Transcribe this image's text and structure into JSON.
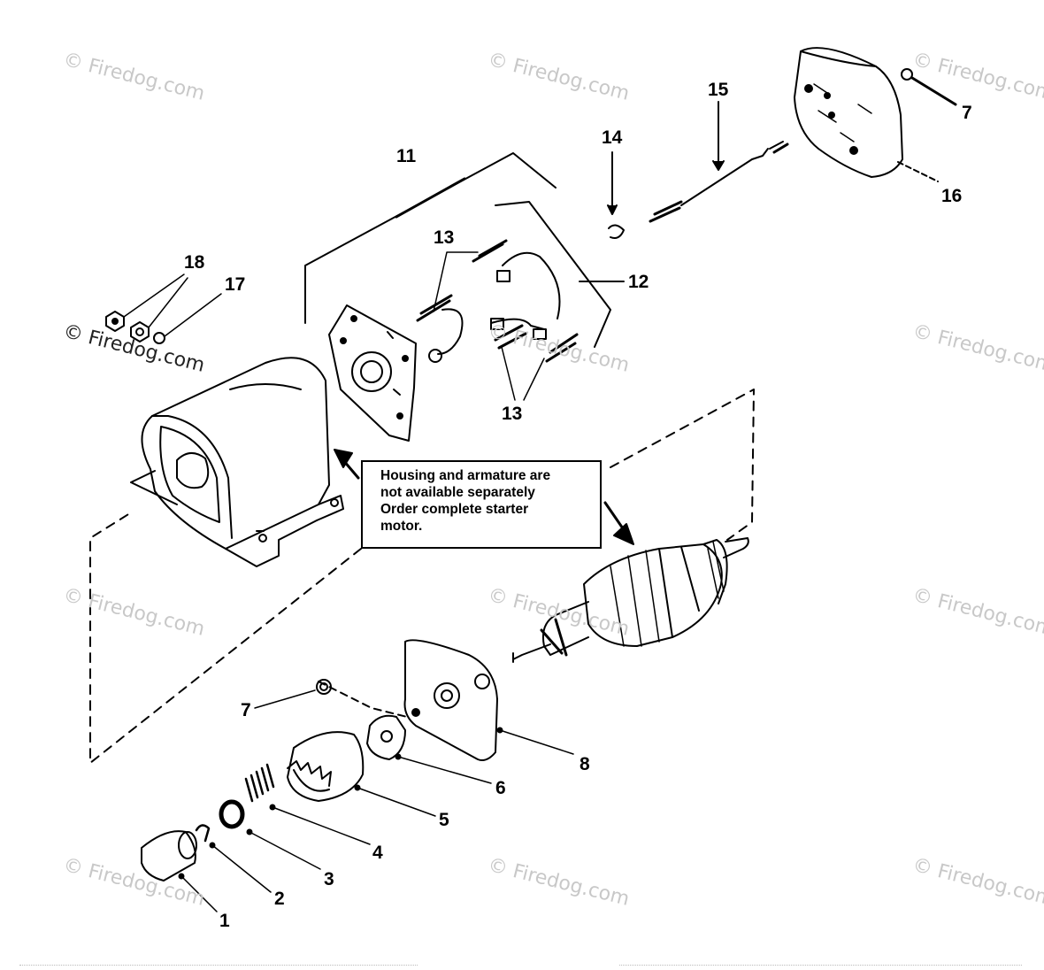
{
  "watermark": "© Firedog.com",
  "note": {
    "lines": [
      "Housing and armature are",
      "not available separately",
      "Order complete starter",
      "motor."
    ]
  },
  "callouts": {
    "c1": "1",
    "c2": "2",
    "c3": "3",
    "c4": "4",
    "c5": "5",
    "c6": "6",
    "c7a": "7",
    "c7b": "7",
    "c8": "8",
    "c11": "11",
    "c12": "12",
    "c13a": "13",
    "c13b": "13",
    "c14": "14",
    "c15": "15",
    "c16": "16",
    "c17": "17",
    "c18": "18"
  }
}
